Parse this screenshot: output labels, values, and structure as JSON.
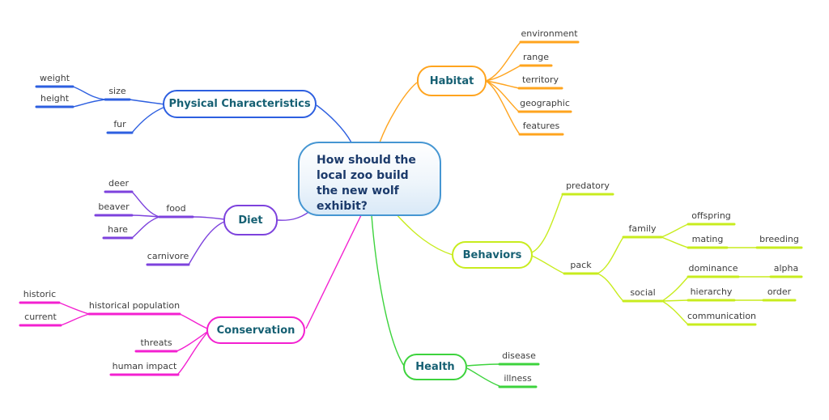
{
  "map": {
    "central": "How should the\nlocal zoo build\nthe new wolf\nexhibit?",
    "branches": [
      {
        "id": "physical",
        "label": "Physical Characteristics",
        "color_key": "blue",
        "children": [
          {
            "label": "size",
            "children": [
              {
                "label": "weight"
              },
              {
                "label": "height"
              }
            ]
          },
          {
            "label": "fur"
          }
        ]
      },
      {
        "id": "habitat",
        "label": "Habitat",
        "color_key": "orange",
        "children": [
          {
            "label": "environment"
          },
          {
            "label": "range"
          },
          {
            "label": "territory"
          },
          {
            "label": "geographic"
          },
          {
            "label": "features"
          }
        ]
      },
      {
        "id": "diet",
        "label": "Diet",
        "color_key": "purple",
        "children": [
          {
            "label": "food",
            "children": [
              {
                "label": "deer"
              },
              {
                "label": "beaver"
              },
              {
                "label": "hare"
              }
            ]
          },
          {
            "label": "carnivore"
          }
        ]
      },
      {
        "id": "behaviors",
        "label": "Behaviors",
        "color_key": "chartreuse",
        "children": [
          {
            "label": "predatory"
          },
          {
            "label": "pack",
            "children": [
              {
                "label": "family",
                "children": [
                  {
                    "label": "offspring"
                  },
                  {
                    "label": "mating",
                    "children": [
                      {
                        "label": "breeding"
                      }
                    ]
                  }
                ]
              },
              {
                "label": "social",
                "children": [
                  {
                    "label": "dominance",
                    "children": [
                      {
                        "label": "alpha"
                      }
                    ]
                  },
                  {
                    "label": "hierarchy",
                    "children": [
                      {
                        "label": "order"
                      }
                    ]
                  },
                  {
                    "label": "communication"
                  }
                ]
              }
            ]
          }
        ]
      },
      {
        "id": "conservation",
        "label": "Conservation",
        "color_key": "magenta",
        "children": [
          {
            "label": "historical population",
            "children": [
              {
                "label": "historic"
              },
              {
                "label": "current"
              }
            ]
          },
          {
            "label": "threats"
          },
          {
            "label": "human impact"
          }
        ]
      },
      {
        "id": "health",
        "label": "Health",
        "color_key": "green",
        "children": [
          {
            "label": "disease"
          },
          {
            "label": "illness"
          }
        ]
      }
    ]
  },
  "colors": {
    "blue": "#2d5fe0",
    "orange": "#ffa41e",
    "purple": "#7d42dd",
    "chartreuse": "#c8ec1e",
    "magenta": "#f320d0",
    "green": "#3dd33d",
    "central-border": "#4596d2",
    "central-text": "#1b3a6b",
    "topic-text": "#166073",
    "leaf-text": "#3d3d3d",
    "background": "#ffffff"
  }
}
